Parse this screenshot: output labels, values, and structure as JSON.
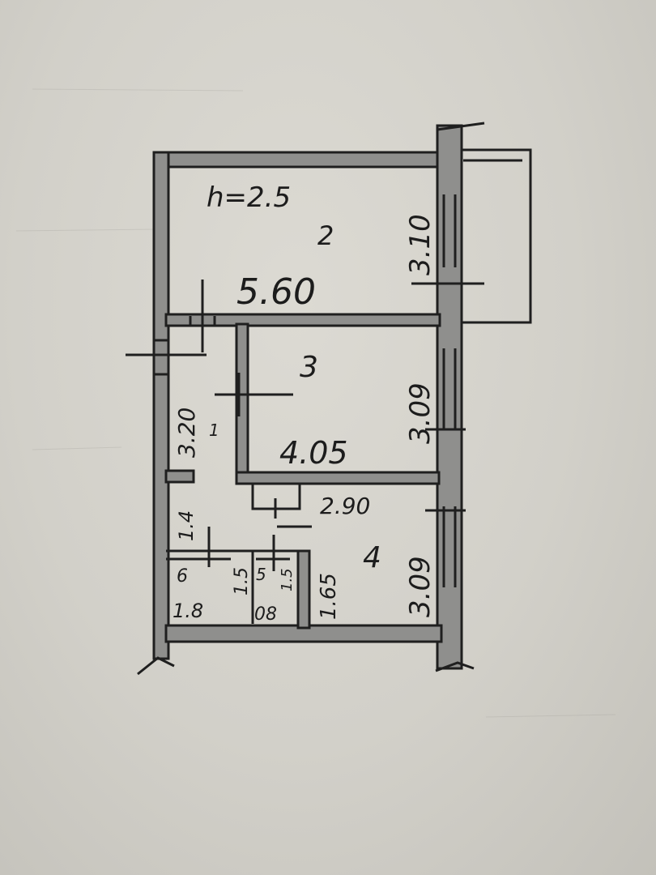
{
  "plan": {
    "ceiling_height": "h=2.5",
    "rooms": [
      {
        "number": "2",
        "length": "5.60",
        "width": "3.10"
      },
      {
        "number": "3",
        "length": "4.05",
        "width": "3.09"
      },
      {
        "number": "1",
        "length": "3.20",
        "width": "1.4"
      },
      {
        "number": "4",
        "length": "2.90",
        "width": "3.09"
      },
      {
        "number": "6",
        "length": "1.8",
        "width": "1.5"
      },
      {
        "number": "5",
        "length": "1.5",
        "width": "08"
      },
      {
        "number": "",
        "length": "1.65",
        "width": ""
      }
    ]
  }
}
